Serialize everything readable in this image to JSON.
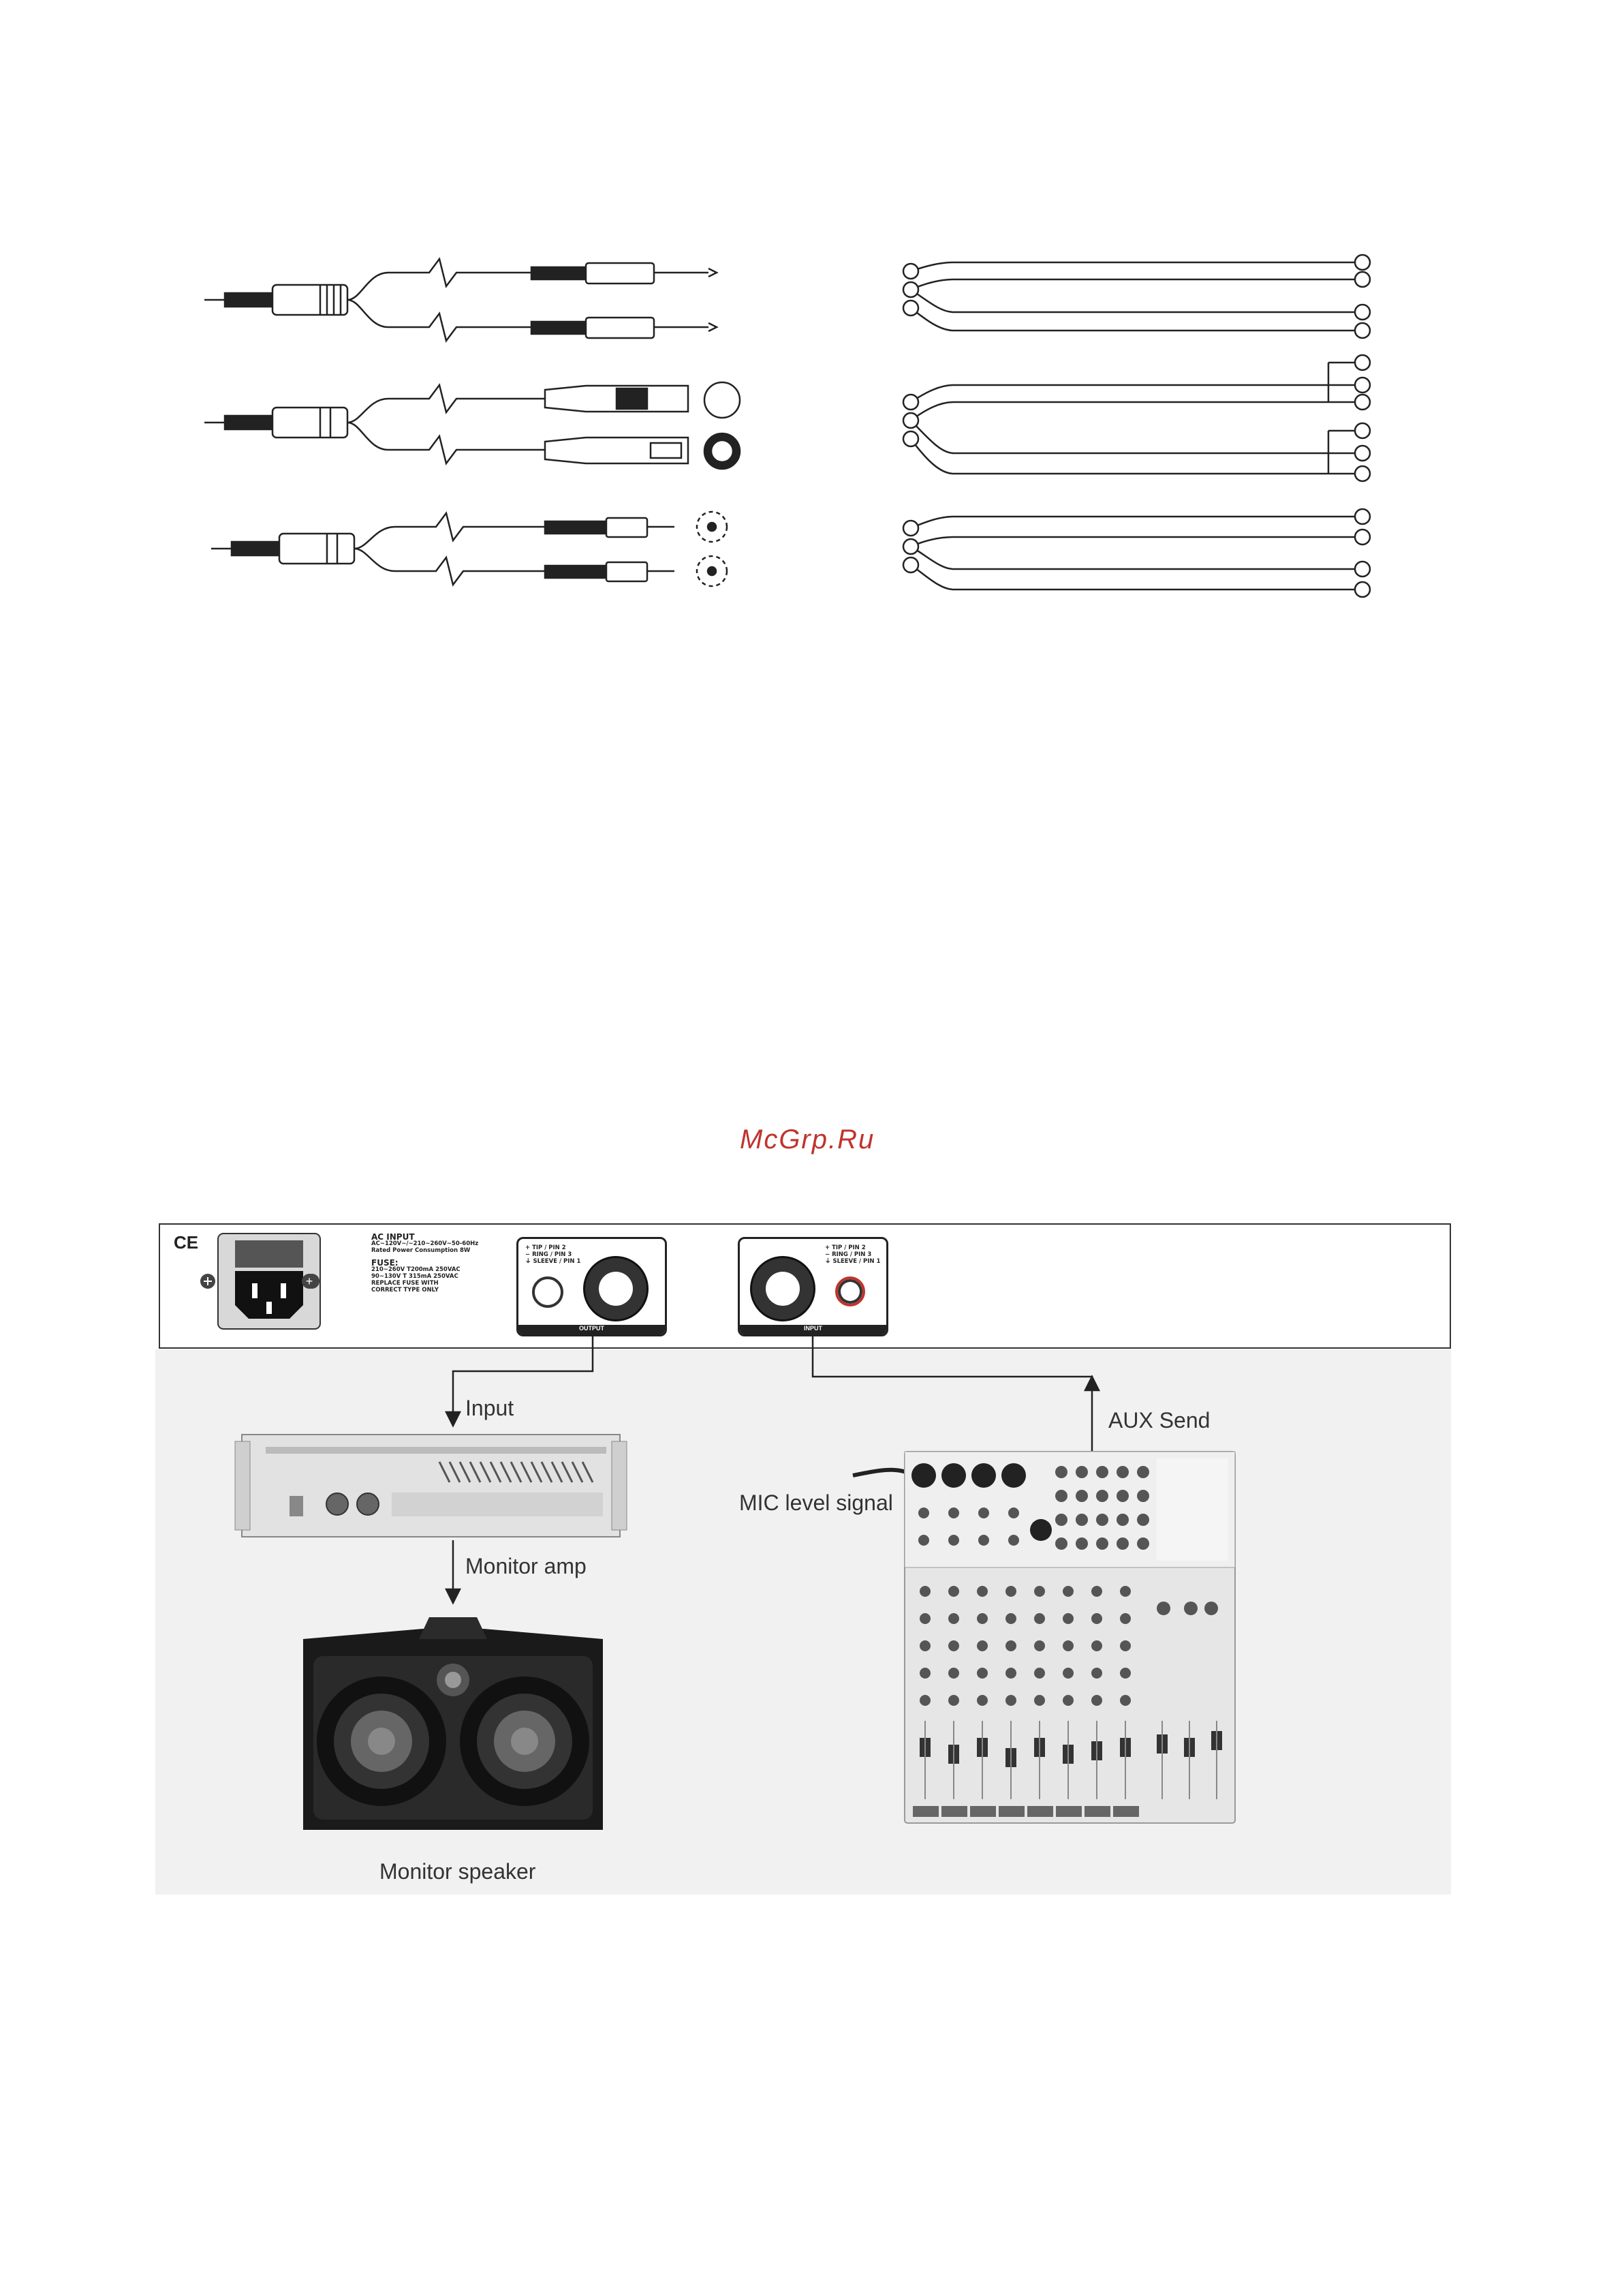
{
  "watermark": "McGrp.Ru",
  "rear_panel": {
    "ce_mark": "CE",
    "ac_input": {
      "title": "AC INPUT",
      "line1": "AC~120V~/~210~260V~50-60Hz",
      "line2": "Rated Power Consumption 8W"
    },
    "fuse": {
      "title": "FUSE:",
      "line1": "210~260V T200mA 250VAC",
      "line2": "90~130V T 315mA 250VAC",
      "line3": "REPLACE FUSE WITH",
      "line4": "CORRECT TYPE ONLY"
    },
    "output": {
      "pin_tip": "+ TIP / PIN 2",
      "pin_ring": "− RING / PIN 3",
      "pin_sleeve": "⏚ SLEEVE / PIN 1",
      "label": "OUTPUT"
    },
    "input": {
      "pin_tip": "+ TIP / PIN 2",
      "pin_ring": "− RING / PIN 3",
      "pin_sleeve": "⏚ SLEEVE / PIN 1",
      "label": "INPUT"
    }
  },
  "labels": {
    "input": "Input",
    "monitor_amp": "Monitor amp",
    "monitor_speaker": "Monitor speaker",
    "aux_send": "AUX Send",
    "mic_level": "MIC level signal"
  },
  "colors": {
    "stroke": "#222222",
    "panel_border": "#333333",
    "photo_bg": "#f1f1f1",
    "watermark": "#c0332d",
    "input_jack_ring": "#c0332d"
  }
}
